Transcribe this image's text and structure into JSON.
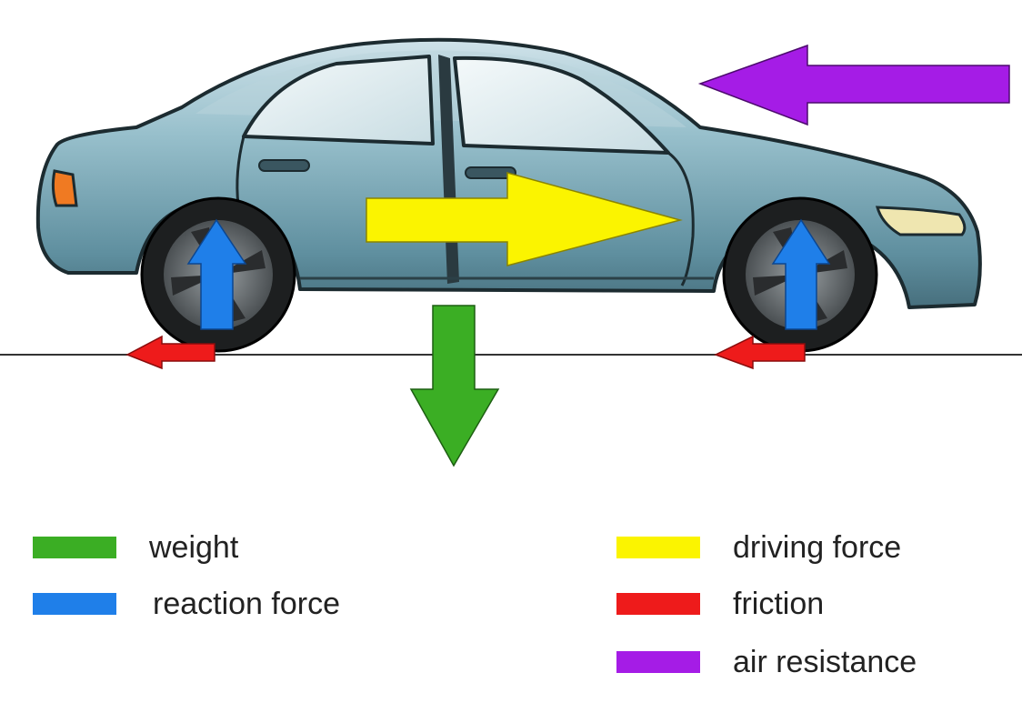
{
  "forces": {
    "weight": {
      "color": "#3bae24"
    },
    "reaction": {
      "color": "#1f7fe9"
    },
    "driving": {
      "color": "#fbf400"
    },
    "friction": {
      "color": "#ee1b1b"
    },
    "air": {
      "color": "#a51ce6"
    }
  },
  "car": {
    "body_color": "#7fb0bf",
    "window_color": "#e6f0f3"
  },
  "legend": {
    "weight": "weight",
    "reaction": "reaction force",
    "driving": "driving force",
    "friction": "friction",
    "air": "air resistance"
  }
}
